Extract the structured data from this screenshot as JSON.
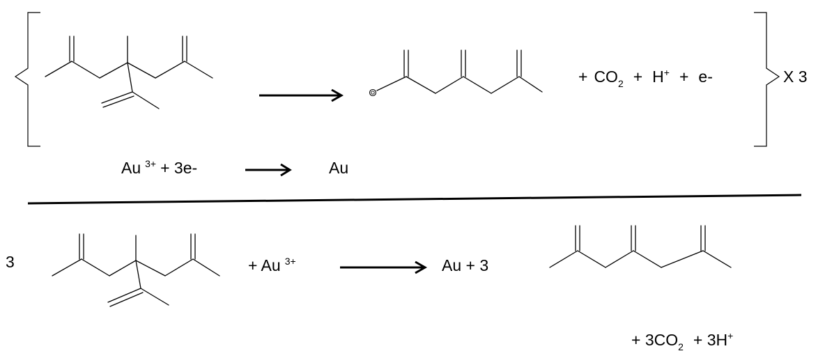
{
  "reaction_top": {
    "product_terms": {
      "plus": "+",
      "co2_base": "CO",
      "co2_sub": "2",
      "h_base": "H",
      "h_sup": "+",
      "e": "e-"
    },
    "multiplier": "X 3",
    "gold_half": {
      "au_ion": "Au",
      "au_charge": "3+",
      "electrons": "+ 3e-",
      "au_metal": "Au"
    }
  },
  "reaction_overall": {
    "coefficient": "3",
    "reactant_au": {
      "prefix": "+ Au",
      "charge": "3+"
    },
    "product_left": "Au  +  3",
    "product_bottom": {
      "coefficient_co2": "+  3CO",
      "co2_sub": "2",
      "h": "+   3H",
      "h_sup": "+"
    }
  }
}
